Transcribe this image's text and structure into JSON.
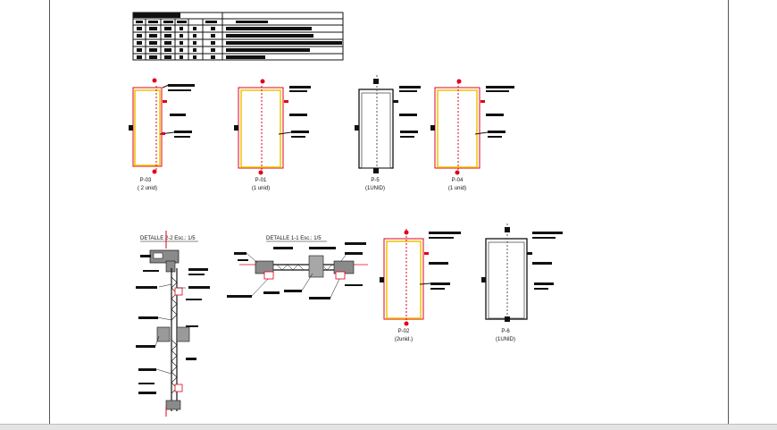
{
  "drawing": {
    "doors": [
      {
        "code": "P-03",
        "qty": "( 2 unid)",
        "frame": "yellow"
      },
      {
        "code": "P-01",
        "qty": "(1 unid)",
        "frame": "yellow"
      },
      {
        "code": "P-5",
        "qty": "(1UNID)",
        "frame": "black"
      },
      {
        "code": "P-04",
        "qty": "(1 unid)",
        "frame": "yellow"
      },
      {
        "code": "P-02",
        "qty": "(2unid.)",
        "frame": "yellow"
      },
      {
        "code": "P-6",
        "qty": "(1UNID)",
        "frame": "black"
      }
    ],
    "details": [
      {
        "title": "DETALLE 2-2  Esc.: 1/5"
      },
      {
        "title": "DETALLE 1-1  Esc.: 1/5"
      }
    ],
    "colors": {
      "frame_yellow": "#f2c200",
      "accent_red": "#e0001b",
      "line_black": "#111111",
      "hatch_gray": "#8a8a8a"
    }
  }
}
